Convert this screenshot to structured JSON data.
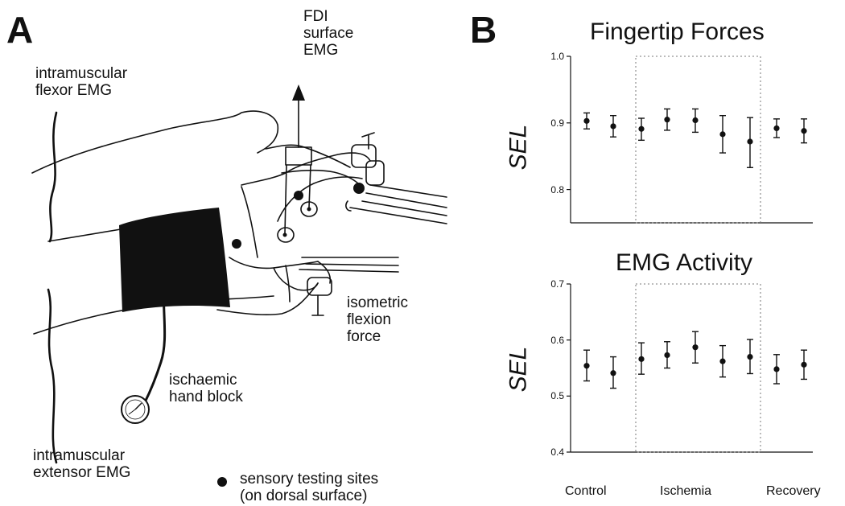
{
  "panel_a": {
    "letter": "A",
    "labels": {
      "fdi": "FDI\nsurface\nEMG",
      "flexor_emg": "intramuscular\nflexor EMG",
      "isometric": "isometric\nflexion\nforce",
      "ischaemic": "ischaemic\nhand block",
      "extensor_emg": "intramuscular\nextensor EMG",
      "sensory": "sensory testing sites\n(on dorsal surface)"
    }
  },
  "panel_b": {
    "letter": "B",
    "conditions": [
      "Control",
      "Ischemia",
      "Recovery"
    ]
  },
  "chart_data": [
    {
      "type": "scatter",
      "title": "Fingertip Forces",
      "ylabel": "SEL",
      "ylim": [
        0.75,
        1.0
      ],
      "yticks": [
        "1.0",
        "0.9",
        "0.8"
      ],
      "shaded_region": "Ischemia",
      "points": [
        {
          "condition": "Control",
          "y": 0.903,
          "low": 0.891,
          "high": 0.915
        },
        {
          "condition": "Control",
          "y": 0.895,
          "low": 0.879,
          "high": 0.911
        },
        {
          "condition": "Ischemia",
          "y": 0.891,
          "low": 0.874,
          "high": 0.907
        },
        {
          "condition": "Ischemia",
          "y": 0.905,
          "low": 0.889,
          "high": 0.921
        },
        {
          "condition": "Ischemia",
          "y": 0.904,
          "low": 0.886,
          "high": 0.921
        },
        {
          "condition": "Ischemia",
          "y": 0.883,
          "low": 0.855,
          "high": 0.911
        },
        {
          "condition": "Ischemia",
          "y": 0.872,
          "low": 0.833,
          "high": 0.908
        },
        {
          "condition": "Recovery",
          "y": 0.892,
          "low": 0.878,
          "high": 0.906
        },
        {
          "condition": "Recovery",
          "y": 0.888,
          "low": 0.87,
          "high": 0.906
        }
      ]
    },
    {
      "type": "scatter",
      "title": "EMG Activity",
      "ylabel": "SEL",
      "ylim": [
        0.4,
        0.7
      ],
      "yticks": [
        "0.7",
        "0.6",
        "0.5",
        "0.4"
      ],
      "shaded_region": "Ischemia",
      "points": [
        {
          "condition": "Control",
          "y": 0.554,
          "low": 0.527,
          "high": 0.582
        },
        {
          "condition": "Control",
          "y": 0.541,
          "low": 0.514,
          "high": 0.57
        },
        {
          "condition": "Ischemia",
          "y": 0.566,
          "low": 0.539,
          "high": 0.595
        },
        {
          "condition": "Ischemia",
          "y": 0.573,
          "low": 0.55,
          "high": 0.597
        },
        {
          "condition": "Ischemia",
          "y": 0.587,
          "low": 0.559,
          "high": 0.615
        },
        {
          "condition": "Ischemia",
          "y": 0.562,
          "low": 0.534,
          "high": 0.59
        },
        {
          "condition": "Ischemia",
          "y": 0.57,
          "low": 0.54,
          "high": 0.601
        },
        {
          "condition": "Recovery",
          "y": 0.548,
          "low": 0.522,
          "high": 0.574
        },
        {
          "condition": "Recovery",
          "y": 0.556,
          "low": 0.53,
          "high": 0.582
        }
      ]
    }
  ]
}
